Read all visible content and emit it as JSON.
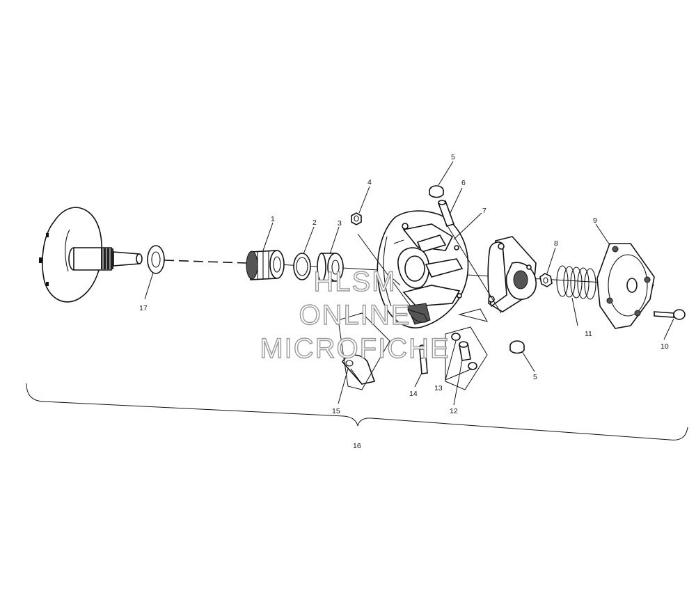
{
  "callouts": {
    "c1": "1",
    "c2": "2",
    "c3": "3",
    "c4": "4",
    "c5a": "5",
    "c5b": "5",
    "c6": "6",
    "c7": "7",
    "c8": "8",
    "c9": "9",
    "c10": "10",
    "c11": "11",
    "c12": "12",
    "c13": "13",
    "c14": "14",
    "c15": "15",
    "c16": "16",
    "c17": "17"
  },
  "watermark": {
    "line1": "HLSM",
    "line2": "ONLINE",
    "line3": "MICROFICHE"
  }
}
